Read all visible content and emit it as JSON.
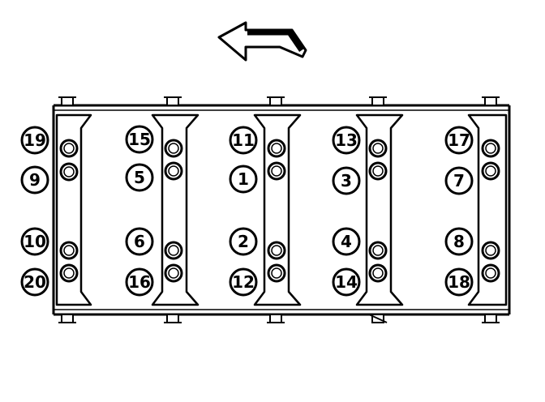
{
  "diagram": {
    "direction_arrow": "arrow-left-icon",
    "stroke_color": "#000000",
    "fill_color": "#ffffff",
    "bolt_sequence": {
      "col1": [
        "19",
        "9",
        "10",
        "20"
      ],
      "col2": [
        "15",
        "5",
        "6",
        "16"
      ],
      "col3": [
        "11",
        "1",
        "2",
        "12"
      ],
      "col4": [
        "13",
        "3",
        "4",
        "14"
      ],
      "col5": [
        "17",
        "7",
        "8",
        "18"
      ]
    }
  }
}
